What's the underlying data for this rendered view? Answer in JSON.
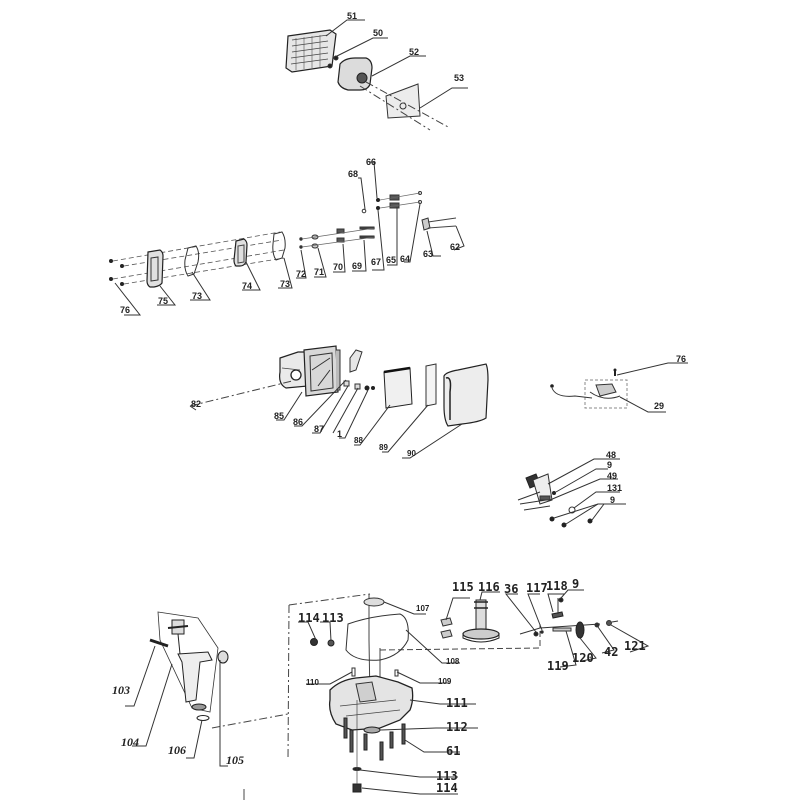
{
  "diagram": {
    "type": "exploded-parts-diagram",
    "background": "#ffffff",
    "line_color": "#333333",
    "groups": [
      {
        "id": "muffler",
        "labels": [
          "51",
          "50",
          "52",
          "53"
        ]
      },
      {
        "id": "intake-manifold",
        "labels": [
          "66",
          "68",
          "62",
          "63",
          "64",
          "65",
          "67",
          "69",
          "70",
          "71",
          "72",
          "73",
          "74",
          "73b",
          "75",
          "76"
        ]
      },
      {
        "id": "air-cleaner",
        "labels": [
          "82",
          "85",
          "86",
          "87",
          "1",
          "88",
          "89",
          "90"
        ]
      },
      {
        "id": "governor-link",
        "labels": [
          "76",
          "29"
        ]
      },
      {
        "id": "throttle-bracket",
        "labels": [
          "48",
          "9",
          "49",
          "131",
          "9"
        ]
      },
      {
        "id": "crankcase-cover",
        "labels": [
          "107",
          "114",
          "113",
          "108",
          "110",
          "109",
          "111",
          "112",
          "61",
          "113",
          "114"
        ]
      },
      {
        "id": "camshaft",
        "labels": [
          "115",
          "116",
          "36",
          "117",
          "118",
          "9",
          "119",
          "120",
          "42",
          "121"
        ]
      },
      {
        "id": "oil-filler",
        "labels": [
          "103",
          "104",
          "106",
          "105"
        ]
      }
    ]
  },
  "labels": {
    "l51": "51",
    "l50": "50",
    "l52": "52",
    "l53": "53",
    "l66": "66",
    "l68": "68",
    "l62": "62",
    "l63": "63",
    "l64": "64",
    "l65": "65",
    "l67": "67",
    "l69": "69",
    "l70": "70",
    "l71": "71",
    "l72": "72",
    "l73a": "73",
    "l74": "74",
    "l73b": "73",
    "l75": "75",
    "l76a": "76",
    "l82": "82",
    "l85": "85",
    "l86": "86",
    "l87": "87",
    "l1": "1",
    "l88": "88",
    "l89": "89",
    "l90": "90",
    "l76b": "76",
    "l29": "29",
    "l48": "48",
    "l9a": "9",
    "l49": "49",
    "l131": "131",
    "l9b": "9",
    "l107": "107",
    "l114a": "114",
    "l113a": "113",
    "l108": "108",
    "l110": "110",
    "l109": "109",
    "l111": "111",
    "l112": "112",
    "l61": "61",
    "l113b": "113",
    "l114b": "114",
    "l115": "115",
    "l116": "116",
    "l36": "36",
    "l117": "117",
    "l118": "118",
    "l9c": "9",
    "l119": "119",
    "l120": "120",
    "l42": "42",
    "l121": "121",
    "l103": "103",
    "l104": "104",
    "l106": "106",
    "l105": "105"
  }
}
